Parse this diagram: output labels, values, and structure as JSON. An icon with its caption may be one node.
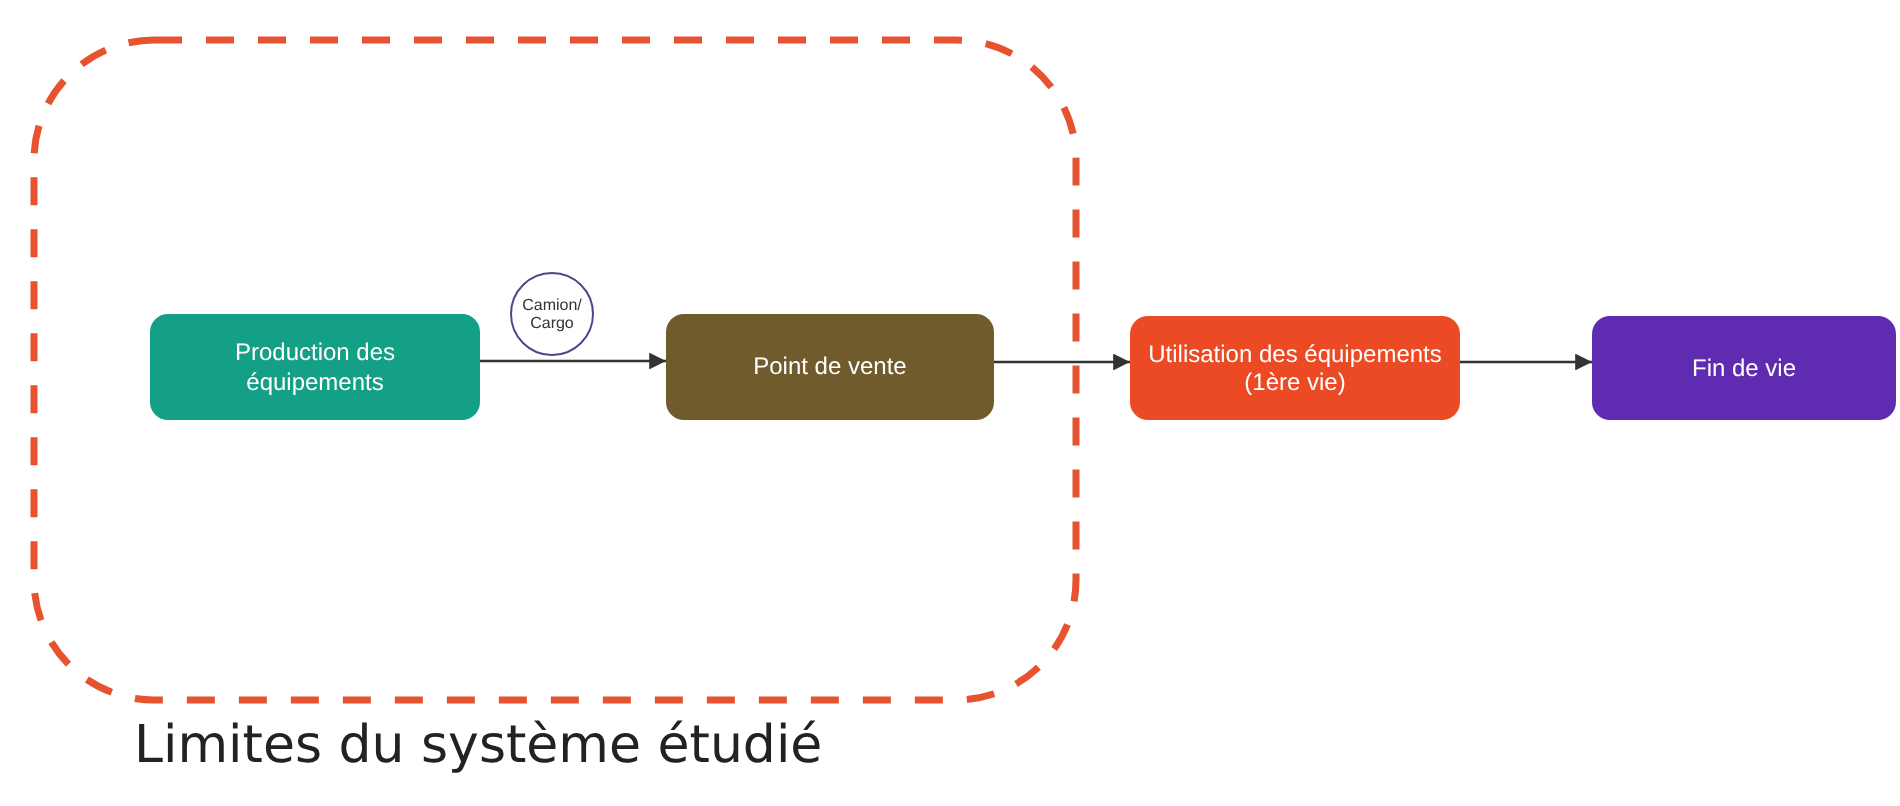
{
  "diagram": {
    "nodes": [
      {
        "text": [
          "Limites du système étudié"
        ]
      },
      {
        "text": [
          "Production des équipements"
        ],
        "in": 0
      },
      {
        "text": [
          "Camion/ Cargo"
        ],
        "in": 0
      },
      {
        "text": [
          "Point de vente"
        ],
        "in": 0
      },
      {
        "text": [
          "Utilisation des équipements (1ère vie)"
        ]
      },
      {
        "text": [
          "Fin de vie"
        ]
      }
    ],
    "edges": [
      {
        "from": 1,
        "to": 3,
        "arrow": "to"
      },
      {
        "from": 3,
        "to": 4,
        "arrow": "to"
      },
      {
        "from": 4,
        "to": 5,
        "arrow": "to"
      }
    ]
  }
}
